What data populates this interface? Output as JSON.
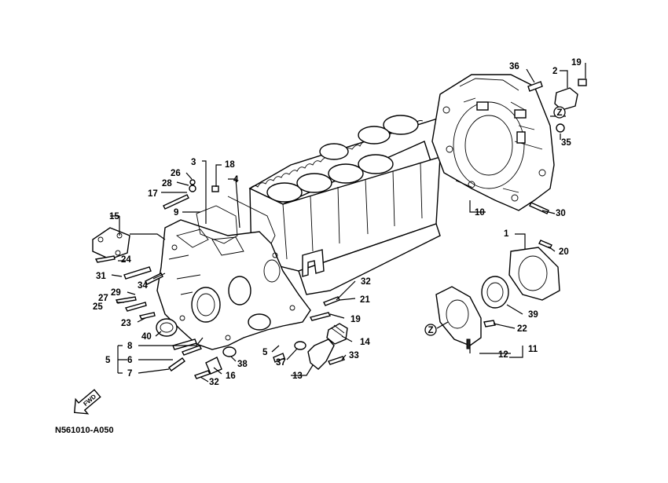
{
  "figure_id": "N561010-A050",
  "direction_label": "FWD",
  "reference_mark": "Z",
  "callouts": {
    "c1": "1",
    "c2": "2",
    "c3": "3",
    "c4": "4",
    "c5": "5",
    "c6": "6",
    "c7": "7",
    "c8": "8",
    "c9": "9",
    "c10": "10",
    "c11": "11",
    "c12": "12",
    "c13": "13",
    "c14": "14",
    "c15": "15",
    "c16": "16",
    "c17": "17",
    "c18": "18",
    "c19a": "19",
    "c19b": "19",
    "c20": "20",
    "c21": "21",
    "c22": "22",
    "c23": "23",
    "c24": "24",
    "c25": "25",
    "c26": "26",
    "c27": "27",
    "c28": "28",
    "c29": "29",
    "c30": "30",
    "c31": "31",
    "c32a": "32",
    "c32b": "32",
    "c33": "33",
    "c34": "34",
    "c35": "35",
    "c36": "36",
    "c37": "37",
    "c38": "38",
    "c39": "39",
    "c40": "40"
  }
}
